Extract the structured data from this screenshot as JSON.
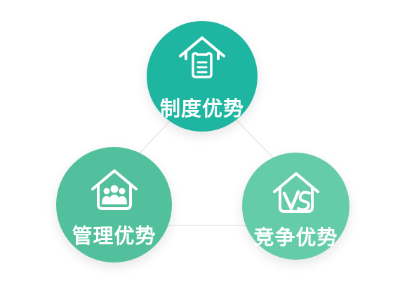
{
  "diagram": {
    "nodes": {
      "top": {
        "label": "制度优势",
        "icon": "house-document-icon",
        "color": "#1fb6a1"
      },
      "left": {
        "label": "管理优势",
        "icon": "house-people-icon",
        "color": "#52c09d"
      },
      "right": {
        "label": "竞争优势",
        "icon": "house-vs-icon",
        "color": "#64cca8"
      }
    },
    "connector_color": "#f0f0f0"
  }
}
